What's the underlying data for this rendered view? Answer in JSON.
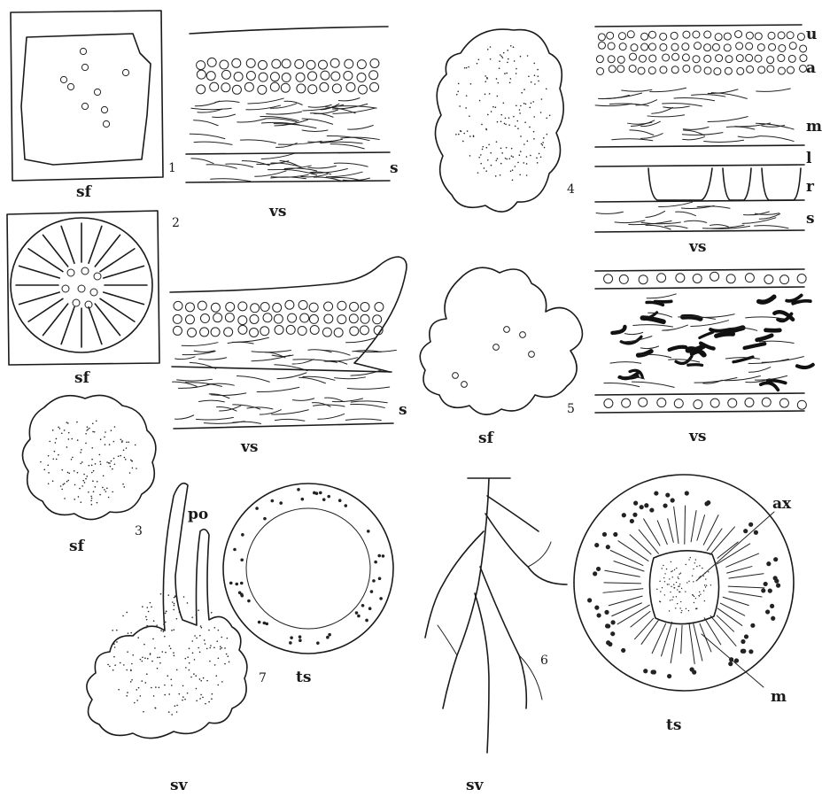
{
  "figures": [
    {
      "number": "1",
      "views": [
        "sf",
        "vs"
      ],
      "vs_layers": [
        "s"
      ]
    },
    {
      "number": "2",
      "views": [
        "sf",
        "vs"
      ],
      "vs_layers": [
        "s"
      ]
    },
    {
      "number": "3",
      "views": [
        "sf"
      ]
    },
    {
      "number": "4",
      "views": [
        "vs"
      ],
      "vs_layers": [
        "u",
        "a",
        "m",
        "l",
        "r",
        "s"
      ]
    },
    {
      "number": "5",
      "views": [
        "sf",
        "vs"
      ]
    },
    {
      "number": "6",
      "views": [
        "sv",
        "ts"
      ],
      "ts_parts": [
        "ax",
        "m"
      ]
    },
    {
      "number": "7",
      "views": [
        "sv",
        "ts"
      ],
      "parts": [
        "po"
      ]
    }
  ],
  "labels": {
    "fig1_sf": "sf",
    "fig1_vs": "vs",
    "fig1_s": "s",
    "fig1_num": "1",
    "fig2_sf": "sf",
    "fig2_vs": "vs",
    "fig2_s": "s",
    "fig2_num": "2",
    "fig3_sf": "sf",
    "fig3_num": "3",
    "fig4_num": "4",
    "fig4_vs": "vs",
    "fig4_u": "u",
    "fig4_a": "a",
    "fig4_m": "m",
    "fig4_l": "l",
    "fig4_r": "r",
    "fig4_s": "s",
    "fig5_sf": "sf",
    "fig5_vs": "vs",
    "fig5_num": "5",
    "fig6_sv": "sv",
    "fig6_ts": "ts",
    "fig6_num": "6",
    "fig6_ax": "ax",
    "fig6_m": "m",
    "fig7_sv": "sv",
    "fig7_ts": "ts",
    "fig7_num": "7",
    "fig7_po": "po"
  },
  "ink_color": "#1a1a1a"
}
